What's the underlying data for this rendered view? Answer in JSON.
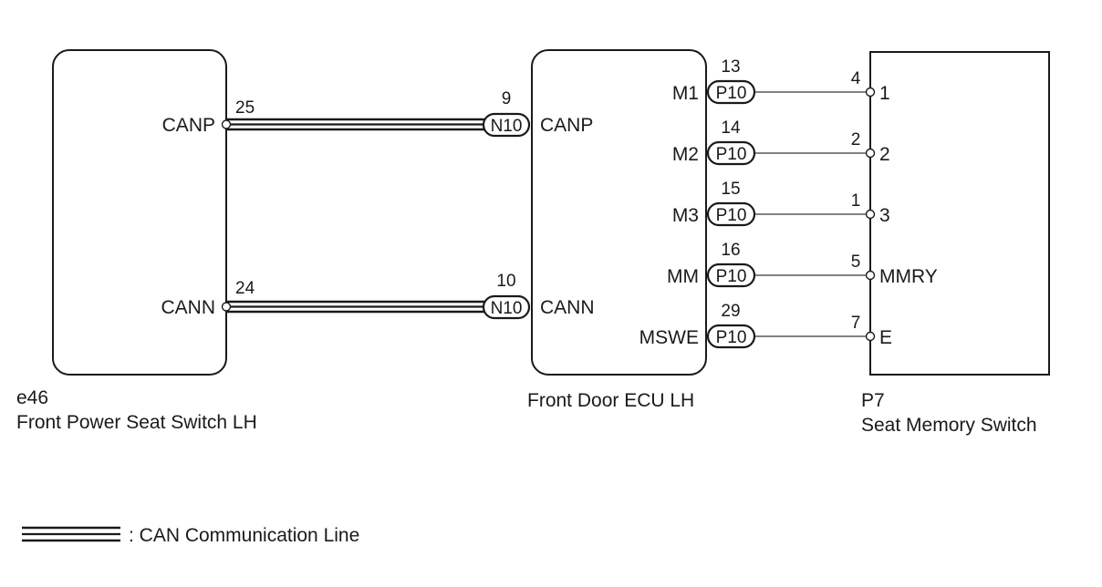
{
  "components": {
    "power_seat_switch": {
      "code": "e46",
      "name": "Front Power Seat Switch LH",
      "terminals": [
        {
          "label": "CANP",
          "pin": "25"
        },
        {
          "label": "CANN",
          "pin": "24"
        }
      ]
    },
    "door_ecu": {
      "name": "Front Door ECU LH",
      "can_terminals": [
        {
          "label": "CANP",
          "pin": "9",
          "connector": "N10"
        },
        {
          "label": "CANN",
          "pin": "10",
          "connector": "N10"
        }
      ],
      "terminals": [
        {
          "label": "M1",
          "pin": "13",
          "connector": "P10"
        },
        {
          "label": "M2",
          "pin": "14",
          "connector": "P10"
        },
        {
          "label": "M3",
          "pin": "15",
          "connector": "P10"
        },
        {
          "label": "MM",
          "pin": "16",
          "connector": "P10"
        },
        {
          "label": "MSWE",
          "pin": "29",
          "connector": "P10"
        }
      ]
    },
    "seat_memory_switch": {
      "code": "P7",
      "name": "Seat Memory Switch",
      "terminals": [
        {
          "label": "1",
          "pin": "4"
        },
        {
          "label": "2",
          "pin": "2"
        },
        {
          "label": "3",
          "pin": "1"
        },
        {
          "label": "MMRY",
          "pin": "5"
        },
        {
          "label": "E",
          "pin": "7"
        }
      ]
    }
  },
  "legend": {
    "label": ": CAN Communication Line"
  },
  "colors": {
    "line": "#1a1a1a",
    "wire": "#5a5a5a",
    "background": "#ffffff"
  }
}
